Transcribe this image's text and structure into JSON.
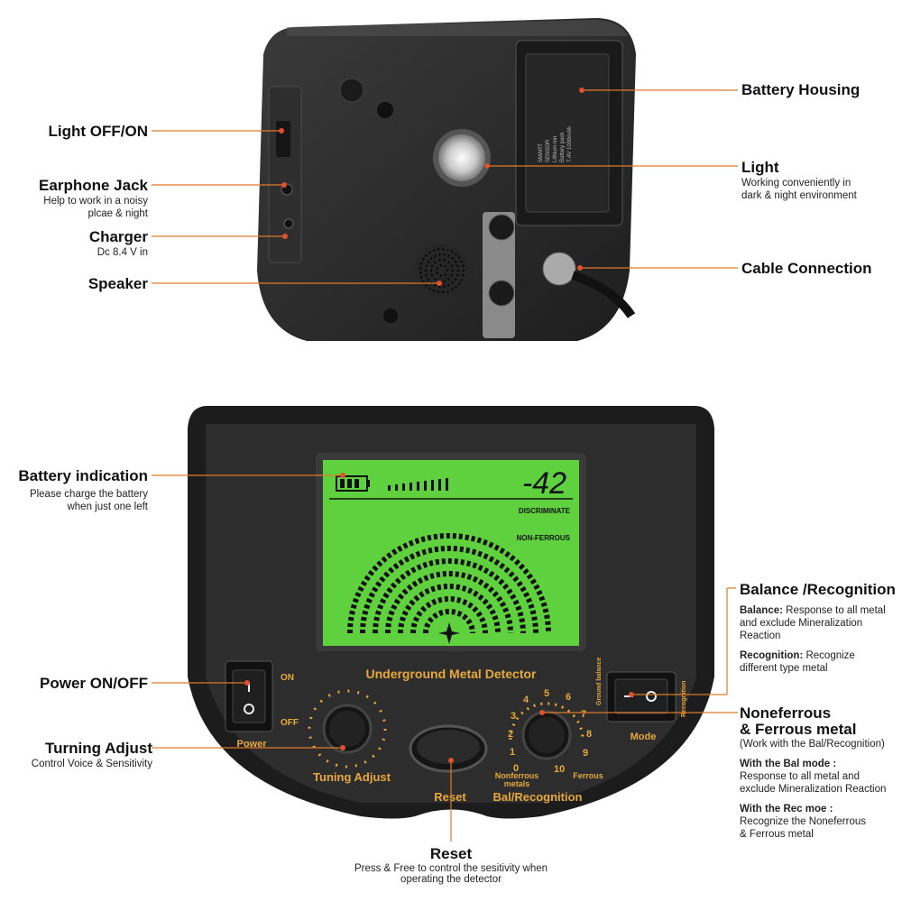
{
  "top_labels": {
    "light_off_on": "Light OFF/ON",
    "earphone_jack": {
      "title": "Earphone Jack",
      "desc": [
        "Help to work in a noisy",
        "plcae & night"
      ]
    },
    "charger": {
      "title": "Charger",
      "desc": [
        "Dc 8.4 V in"
      ]
    },
    "speaker": "Speaker",
    "battery_housing": "Battery Housing",
    "light": {
      "title": "Light",
      "desc": [
        "Working conveniently in",
        "dark & night environment"
      ]
    },
    "cable_connection": "Cable Connection"
  },
  "bottom_labels": {
    "battery_indication": {
      "title": "Battery indication",
      "desc": [
        "Please charge the battery",
        "when just one left"
      ]
    },
    "power_on_off": "Power ON/OFF",
    "turning_adjust": {
      "title": "Turning Adjust",
      "desc": [
        "Control Voice & Sensitivity"
      ]
    },
    "reset": {
      "title": "Reset",
      "desc": [
        "Press & Free to control the sesitivity when",
        "operating the detector"
      ]
    },
    "balance_recognition": {
      "title": "Balance /Recognition",
      "balance_bold": "Balance:",
      "balance_text": [
        "Response to all metal",
        "and exclude Mineralization",
        "Reaction"
      ],
      "recognition_bold": "Recognition:",
      "recognition_text": [
        "Recognize",
        "different type metal"
      ]
    },
    "noneferrous": {
      "title": [
        "Noneferrous",
        "& Ferrous metal"
      ],
      "note": "(Work with the Bal/Recognition)",
      "bal_mode_bold": "With the Bal mode :",
      "bal_mode_text": [
        "Response to all metal and",
        "exclude Mineralization Reaction"
      ],
      "rec_mode_bold": "With the Rec moe :",
      "rec_mode_text": [
        "Recognize the Noneferrous",
        "& Ferrous metal"
      ]
    }
  },
  "device_top": {
    "battery_label": [
      "SMART",
      "SENSOR",
      "Lithium-ion",
      "Battery pack",
      "7.4V 1000mAh"
    ]
  },
  "panel": {
    "title": "Underground Metal Detector",
    "lcd_value": "-42",
    "discriminate": "DISCRIMINATE",
    "non_ferrous": "NON-FERROUS",
    "power_label": "Power",
    "on": "ON",
    "off": "OFF",
    "tuning_label": "Tuning Adjust",
    "reset_label": "Reset",
    "bal_label": "Bal/Recognition",
    "mode_label": "Mode",
    "ground_balance": "Ground balance",
    "recognition": "Recognition",
    "nonferrous_metals": [
      "Nonferrous",
      "metals"
    ],
    "ferrous": "Ferrous",
    "dial_numbers": [
      "0",
      "1",
      "2",
      "3",
      "4",
      "5",
      "6",
      "7",
      "8",
      "9",
      "10"
    ]
  },
  "colors": {
    "accent": "#e8a93a",
    "lcd": "#5fd13e",
    "body": "#2b2b2b",
    "leader": "#e07a2a"
  }
}
